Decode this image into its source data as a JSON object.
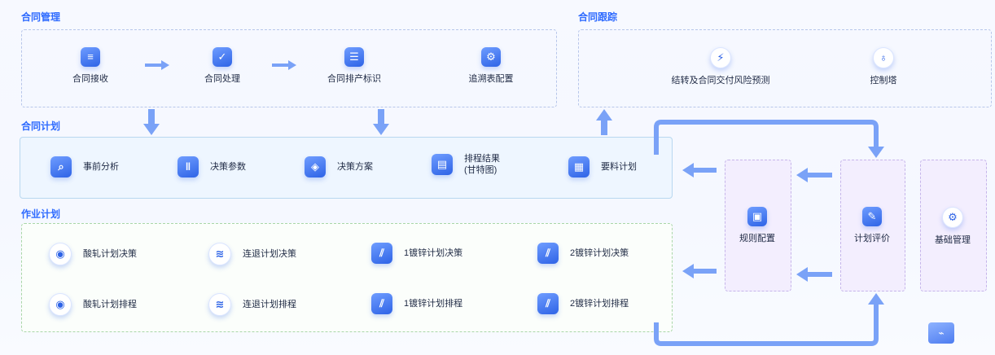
{
  "sections": {
    "contract_mgmt": "合同管理",
    "contract_track": "合同跟踪",
    "contract_plan": "合同计划",
    "work_plan": "作业计划"
  },
  "contract_mgmt_nodes": [
    {
      "label": "合同接收",
      "icon": "document-stack-icon"
    },
    {
      "label": "合同处理",
      "icon": "clipboard-check-icon"
    },
    {
      "label": "合同排产标识",
      "icon": "tray-layers-icon"
    },
    {
      "label": "追溯表配置",
      "icon": "gear-document-icon"
    }
  ],
  "contract_track_nodes": [
    {
      "label": "结转及合同交付风险预测",
      "icon": "alarm-light-icon"
    },
    {
      "label": "控制塔",
      "icon": "network-tower-icon"
    }
  ],
  "contract_plan_nodes": [
    {
      "label": "事前分析",
      "icon": "search-table-icon"
    },
    {
      "label": "决策参数",
      "icon": "sliders-icon"
    },
    {
      "label": "决策方案",
      "icon": "layers-icon"
    },
    {
      "label": "排程结果\n(甘特图)",
      "icon": "gantt-icon"
    },
    {
      "label": "要料计划",
      "icon": "calendar-truck-icon"
    }
  ],
  "work_plan_rows": [
    [
      {
        "label": "酸轧计划决策",
        "icon": "roll-icon"
      },
      {
        "label": "连退计划决策",
        "icon": "wave-furnace-icon"
      },
      {
        "label": "1镀锌计划决策",
        "icon": "coating-icon"
      },
      {
        "label": "2镀锌计划决策",
        "icon": "coating-icon"
      }
    ],
    [
      {
        "label": "酸轧计划排程",
        "icon": "roll-icon"
      },
      {
        "label": "连退计划排程",
        "icon": "wave-furnace-icon"
      },
      {
        "label": "1镀锌计划排程",
        "icon": "coating-icon"
      },
      {
        "label": "2镀锌计划排程",
        "icon": "coating-icon"
      }
    ]
  ],
  "side_nodes": [
    {
      "label": "规则配置",
      "icon": "save-disk-icon"
    },
    {
      "label": "计划评价",
      "icon": "edit-document-icon"
    },
    {
      "label": "基础管理",
      "icon": "settings-gear-icon"
    }
  ],
  "colors": {
    "accent": "#2e63e6",
    "section_title": "#2f6bff",
    "arrow": "#7aa2f7",
    "side_box": "#f3eefe",
    "work_box_border": "#a9d6a8"
  }
}
